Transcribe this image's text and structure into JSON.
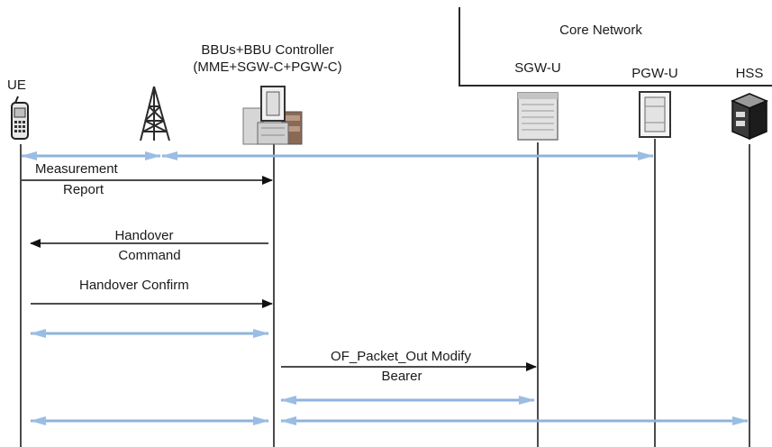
{
  "core_network": {
    "title": "Core Network"
  },
  "entities": {
    "ue": "UE",
    "bbu_line1": "BBUs+BBU Controller",
    "bbu_line2": "(MME+SGW-C+PGW-C)",
    "sgw_u": "SGW-U",
    "pgw_u": "PGW-U",
    "hss": "HSS"
  },
  "messages": {
    "measurement_line1": "Measurement",
    "measurement_line2": "Report",
    "handover_cmd_line1": "Handover",
    "handover_cmd_line2": "Command",
    "handover_confirm": "Handover Confirm",
    "of_packet_line1": "OF_Packet_Out Modify",
    "of_packet_line2": "Bearer"
  },
  "colors": {
    "lifeline": "#1f1f1f",
    "data_arrow": "#8fb3dc",
    "signal_arrow": "#111111"
  },
  "icons": {
    "ue": "mobile-phone-icon",
    "enb": "antenna-tower-icon",
    "bbu": "server-rack-icon",
    "sgw": "server-icon",
    "pgw": "server-icon",
    "hss": "database-server-icon"
  }
}
